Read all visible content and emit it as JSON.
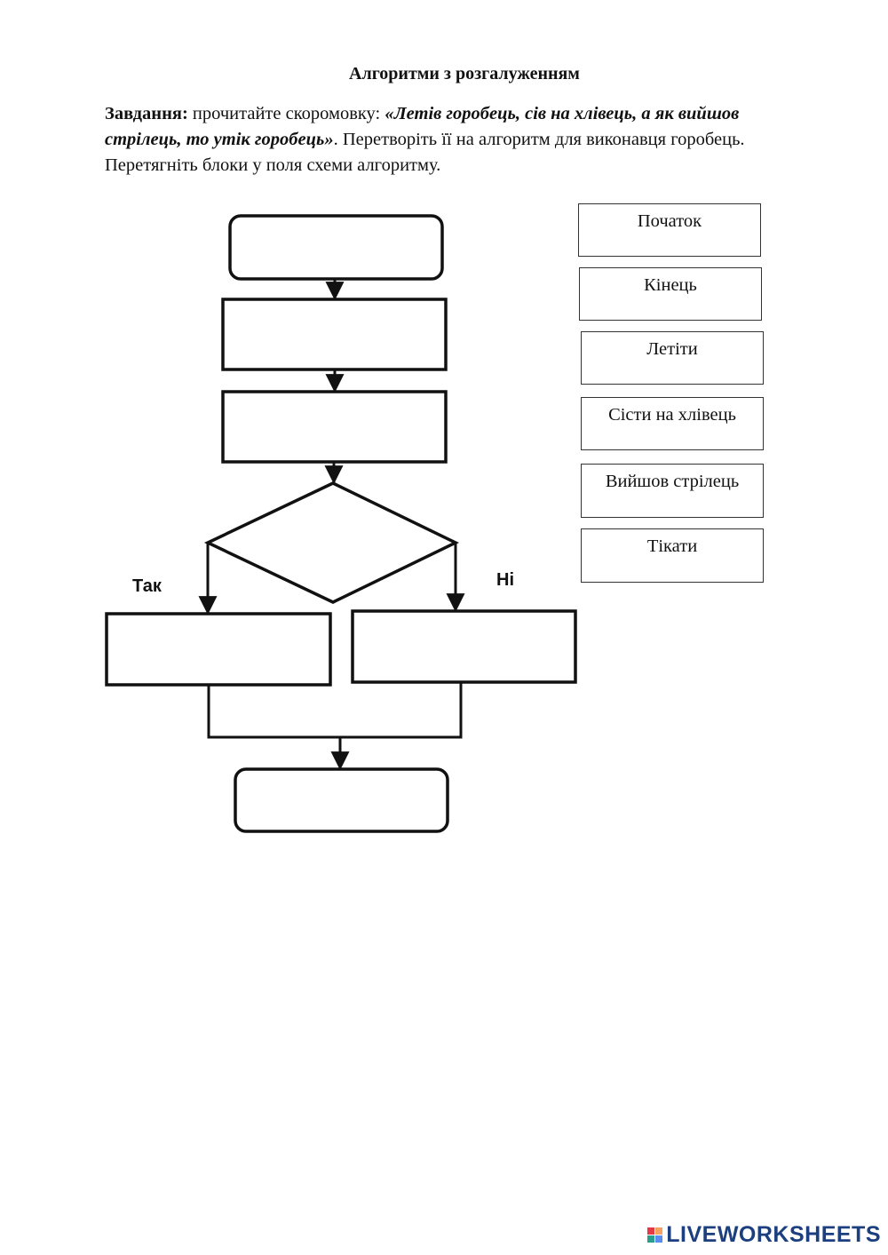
{
  "worksheet": {
    "title": "Алгоритми з розгалуженням",
    "task_label": "Завдання:",
    "task_intro": " прочитайте скоромовку: ",
    "task_quote": "«Летів горобець, сів на хлівець, а як вийшов стрілець, то утік горобець»",
    "task_rest": ". Перетворіть її на алгоритм для виконавця горобець. Перетягніть блоки у поля схеми алгоритму."
  },
  "flowchart": {
    "yes_label": "Так",
    "no_label": "Ні",
    "drop_zones": [
      "start",
      "action-1",
      "action-2",
      "condition",
      "branch-yes",
      "branch-no",
      "end"
    ]
  },
  "cards": [
    "Початок",
    "Кінець",
    "Летіти",
    "Сісти на хлівець",
    "Вийшов стрілець",
    "Тікати"
  ],
  "branding": {
    "logo_text": "LIVEWORKSHEETS",
    "mark_colors": [
      "#e63946",
      "#f4a261",
      "#2a9d8f",
      "#5b8def"
    ]
  }
}
